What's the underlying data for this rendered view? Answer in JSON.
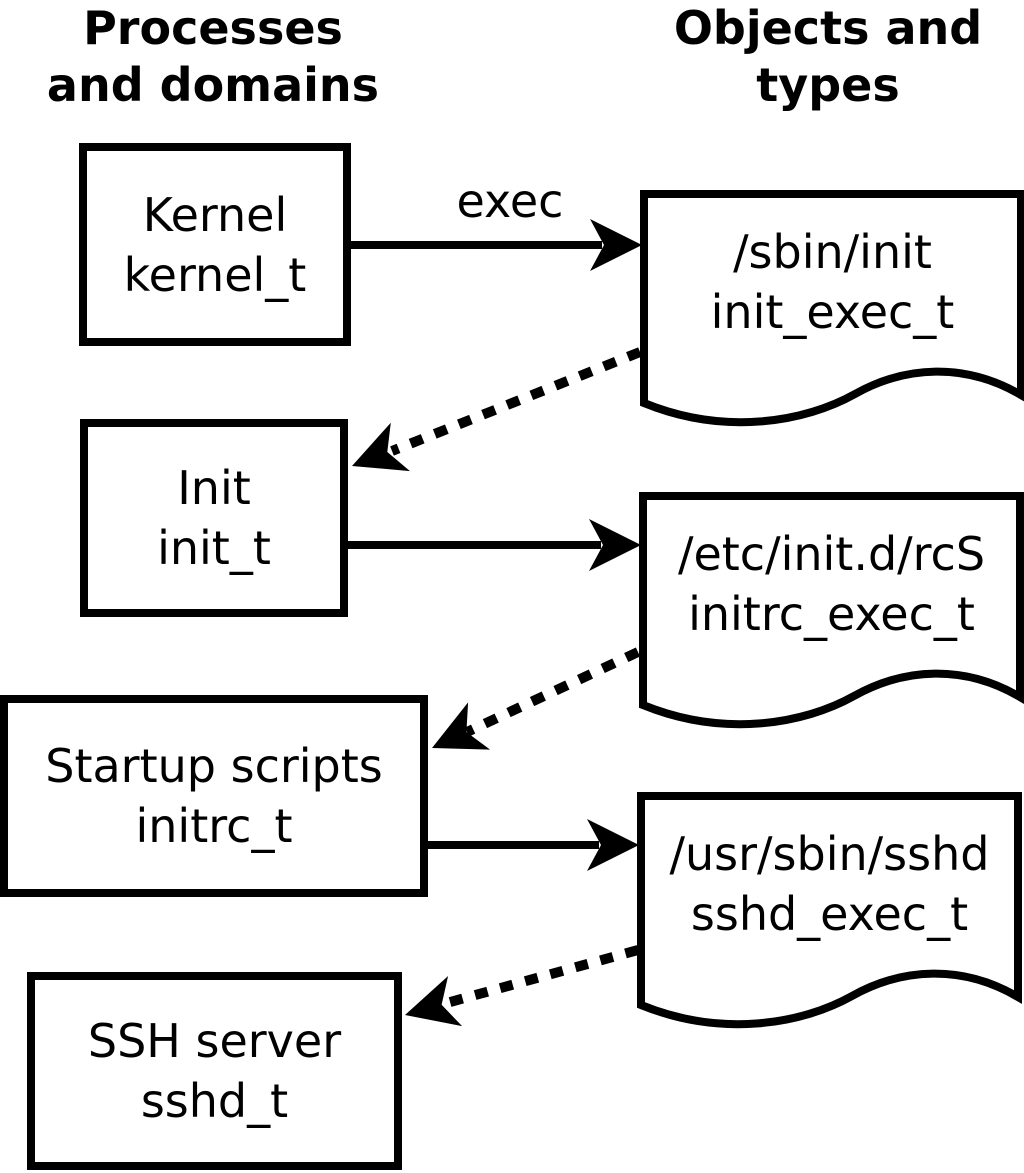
{
  "headers": {
    "left": {
      "line1": "Processes",
      "line2": "and domains"
    },
    "right": {
      "line1": "Objects and",
      "line2": "types"
    }
  },
  "process_boxes": [
    {
      "name": "Kernel",
      "type": "kernel_t"
    },
    {
      "name": "Init",
      "type": "init_t"
    },
    {
      "name": "Startup scripts",
      "type": "initrc_t"
    },
    {
      "name": "SSH server",
      "type": "sshd_t"
    }
  ],
  "object_docs": [
    {
      "path": "/sbin/init",
      "type": "init_exec_t"
    },
    {
      "path": "/etc/init.d/rcS",
      "type": "initrc_exec_t"
    },
    {
      "path": "/usr/sbin/sshd",
      "type": "sshd_exec_t"
    }
  ],
  "arrows": {
    "exec_label": "exec"
  },
  "colors": {
    "ink": "#000000",
    "background": "#ffffff"
  }
}
